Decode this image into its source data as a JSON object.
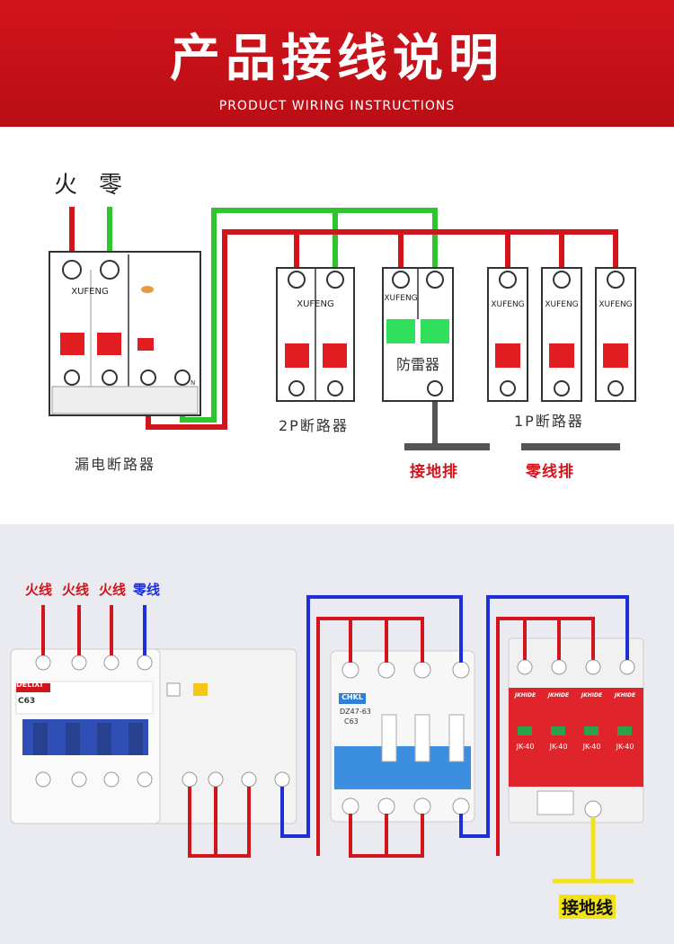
{
  "banner": {
    "title": "产品接线说明",
    "subtitle": "PRODUCT WIRING INSTRUCTIONS",
    "bg_color": "#c8101a"
  },
  "top_diagram": {
    "live_label": "火",
    "neutral_label": "零",
    "rcd_label": "漏电断路器",
    "breaker_2p_label": "2P断路器",
    "breaker_1p_label": "1P断路器",
    "spd_label": "防雷器",
    "brand": "XUFENG",
    "ground_bar_label": "接地排",
    "neutral_bar_label": "零线排",
    "rcd_n_mark": "N",
    "live_wire_color": "#d2141c",
    "neutral_wire_color": "#2ec52e"
  },
  "bottom_diagram": {
    "live_labels": [
      "火线",
      "火线",
      "火线"
    ],
    "neutral_label": "零线",
    "ground_label": "接地线",
    "rcd_brand": "DELIXI",
    "rcd_model": "C63",
    "mcb_brand": "CHKL",
    "mcb_model": "DZ47-63",
    "mcb_rating": "C63",
    "spd_brand": "JKHIDE",
    "spd_model": "JK-40",
    "live_wire_color": "#d2141c",
    "neutral_wire_color": "#1f2fd8",
    "ground_wire_color": "#f2e21a"
  }
}
